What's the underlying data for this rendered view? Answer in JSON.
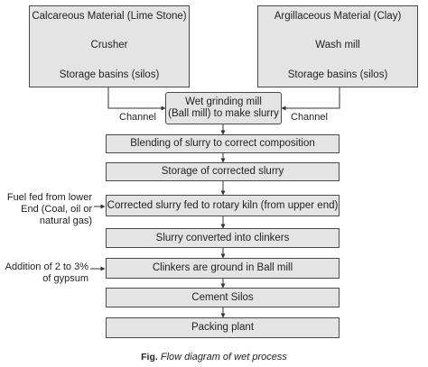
{
  "left_source": {
    "title": "Calcareous Material (Lime Stone)",
    "step1": "Crusher",
    "step2": "Storage basins (silos)"
  },
  "right_source": {
    "title": "Argillaceous Material (Clay)",
    "step1": "Wash mill",
    "step2": "Storage basins (silos)"
  },
  "grinding": {
    "line1": "Wet grinding mill",
    "line2": "(Ball mill) to make slurry"
  },
  "channel_left": "Channel",
  "channel_right": "Channel",
  "steps": [
    "Blending of slurry to correct composition",
    "Storage of corrected slurry",
    "Corrected slurry fed to rotary kiln (from upper end)",
    "Slurry converted into clinkers",
    "Clinkers are ground in Ball mill",
    "Cement Silos",
    "Packing plant"
  ],
  "notes": {
    "fuel": [
      "Fuel fed from lower",
      "End (Coal, oil or",
      "natural gas)"
    ],
    "gypsum": [
      "Addition of 2 to 3%",
      "of gypsum"
    ]
  },
  "caption": {
    "label": "Fig.",
    "text": "Flow diagram of wet process"
  }
}
